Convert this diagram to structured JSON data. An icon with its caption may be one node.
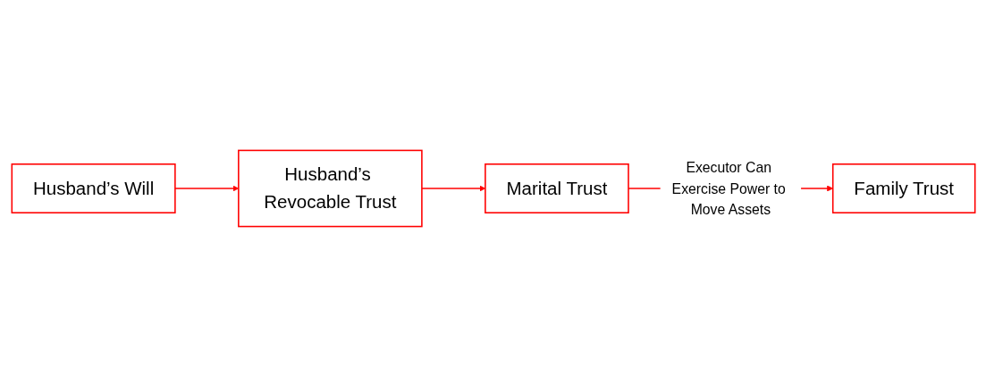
{
  "diagram": {
    "nodes": [
      {
        "text": [
          "Husband’s Will"
        ]
      },
      {
        "text": [
          "Husband’s Revocable Trust"
        ]
      },
      {
        "text": [
          "Marital Trust"
        ]
      },
      {
        "text": [
          "Family Trust"
        ]
      }
    ],
    "edges": [
      {
        "from": 0,
        "to": 1,
        "arrow": "to"
      },
      {
        "from": 1,
        "to": 2,
        "arrow": "to"
      },
      {
        "from": 2,
        "to": 3,
        "arrow": "to",
        "label": "Executor Can Exercise Power to Move Assets"
      }
    ]
  }
}
